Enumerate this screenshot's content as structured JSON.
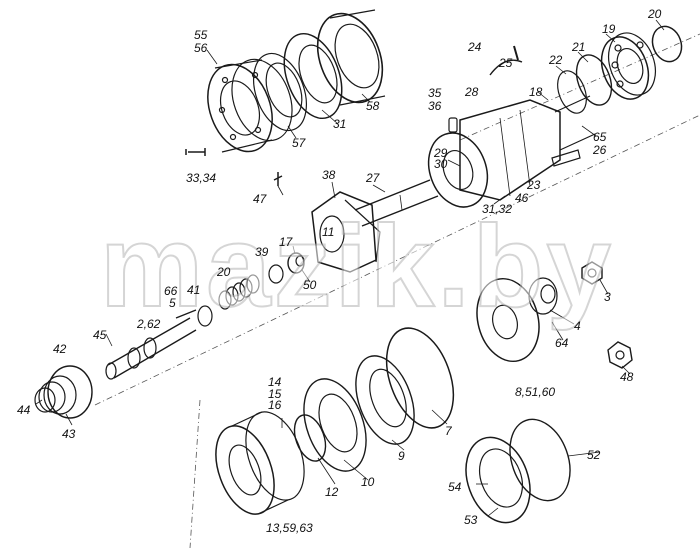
{
  "watermark": "mazik.by",
  "callouts": {
    "c20": "20",
    "c55": "55",
    "c56": "56",
    "c24": "24",
    "c25": "25",
    "c22": "22",
    "c21": "21",
    "c19": "19",
    "c18": "18",
    "c28": "28",
    "c35": "35",
    "c36": "36",
    "c58": "58",
    "c31": "31",
    "c57": "57",
    "c65": "65",
    "c26": "26",
    "c29": "29",
    "c30": "30",
    "c23": "23",
    "c46": "46",
    "c3132": "31,32",
    "c3334": "33,34",
    "c47": "47",
    "c38": "38",
    "c27": "27",
    "c11": "11",
    "c17": "17",
    "c39": "39",
    "c50": "50",
    "c20b": "20",
    "c66": "66",
    "c5": "5",
    "c41": "41",
    "c45": "45",
    "c262": "2,62",
    "c42": "42",
    "c44": "44",
    "c43": "43",
    "c3": "3",
    "c4": "4",
    "c64": "64",
    "c85160": "8,51,60",
    "c48": "48",
    "c14": "14",
    "c15": "15",
    "c16": "16",
    "c7": "7",
    "c9": "9",
    "c10": "10",
    "c12": "12",
    "c135963": "13,59,63",
    "c52": "52",
    "c54": "54",
    "c53": "53"
  }
}
